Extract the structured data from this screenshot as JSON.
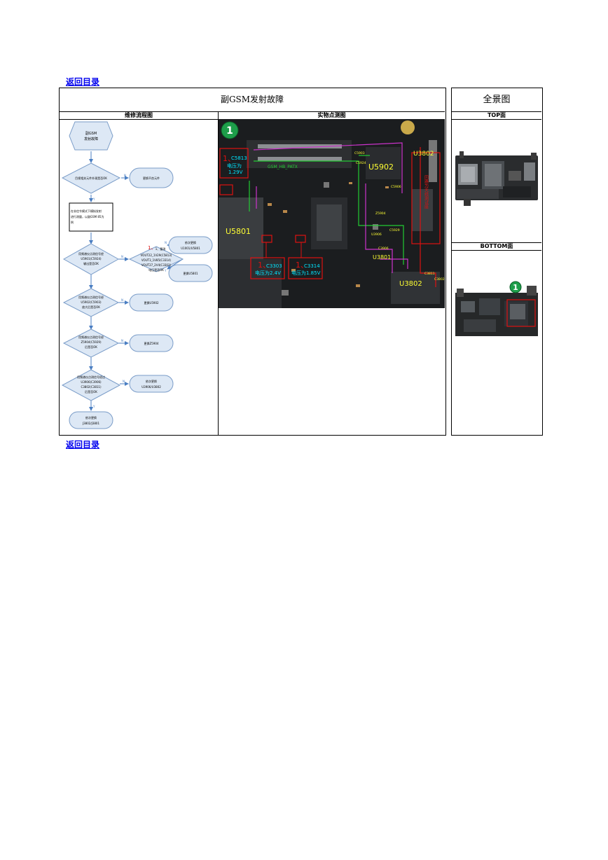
{
  "nav": {
    "back_top": "返回目录",
    "back_bottom": "返回目录"
  },
  "main": {
    "title": "副GSM发射故障",
    "col_flow": "维修流程图",
    "col_photo": "实物点测图"
  },
  "overview": {
    "title": "全景图",
    "top_label": "TOP面",
    "bottom_label": "BOTTOM面"
  },
  "flow": {
    "start": [
      "副GSM",
      "发射故障"
    ],
    "d1": "目视相关元件外观是否OK",
    "d1_no": "更换不良元件",
    "n": "N",
    "y": "Y",
    "p1": [
      "在非信令模式下模拟发射",
      "进行测量，以副GSM 85为",
      "例"
    ],
    "d2": [
      "用频谱仪点测信号经",
      "U5901(C5924)",
      "输出是否OK"
    ],
    "d3": [
      "1、量测",
      "VOUT22_1V29(C5813)",
      "VOUT3_1V85(C3314)",
      "VOUT27_2V4(C3303)",
      "电压是否OK"
    ],
    "d3_num": "1、",
    "r3a": [
      "依次更换",
      "U1001/U5801"
    ],
    "r3b": "更换U5801",
    "d4": [
      "用频谱仪点测信号经",
      "U5902(C5903)",
      "放大后是否OK"
    ],
    "r4": "更换U5902",
    "d5": [
      "用频谱仪点测信号经",
      "Z5904(C5929)",
      "后是否OK"
    ],
    "r5": "更换Z5904",
    "d6": [
      "用频谱仪点测信号经过",
      "U3906(C3906)",
      "C3802(C3811)",
      "后是否OK"
    ],
    "r6": [
      "依次更换",
      "U3906/U3802"
    ],
    "end": [
      "依次更换",
      "J3802/J3801"
    ]
  },
  "photo": {
    "badge": "1",
    "num1": "1、",
    "callout1": [
      "C5813",
      "电压为",
      "1.29V"
    ],
    "callout2_id": "C3303",
    "callout2_val": "电压为2.4V",
    "callout3_id": "C3314",
    "callout3_val": "电压为1.85V",
    "net": "GSM_HB_PATX",
    "chips": {
      "u5801": "U5801",
      "u5902": "U5902",
      "u3801": "U3801",
      "u3802a": "U3802",
      "u3802b": "U3802"
    },
    "parts": {
      "c5903": "C5903",
      "c5924": "C5924",
      "c5906": "C5906",
      "z5904": "Z5904",
      "c5929": "C5929",
      "u3906": "U3906",
      "c3906": "C3906",
      "c3811": "C3811",
      "c3802": "C3802"
    },
    "vert": "回路为天线测试座"
  },
  "colors": {
    "link": "#0000ee",
    "purple": "#cc33cc",
    "green": "#22cc33",
    "red": "#dd1111",
    "cyan": "#00e5ff",
    "yellow": "#ffff33",
    "flow_fill": "#dde8f5",
    "flow_arrow": "#4a7ec2"
  }
}
